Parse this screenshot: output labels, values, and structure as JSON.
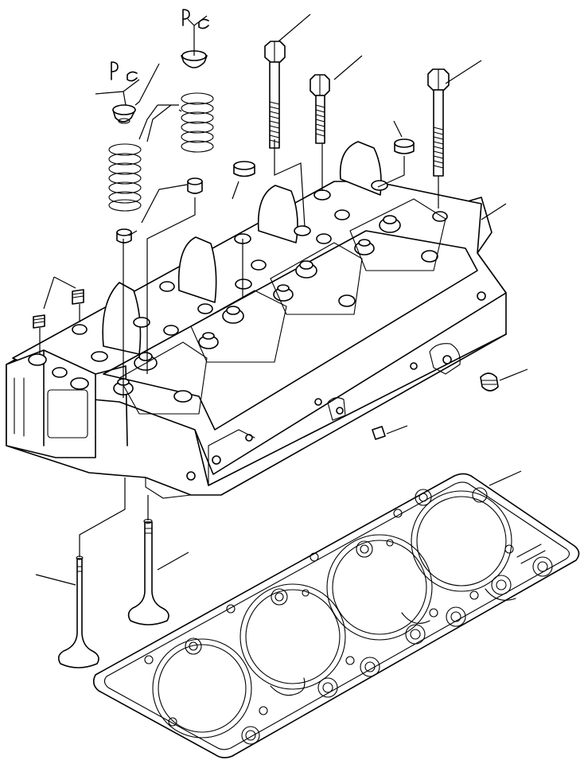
{
  "diagram": {
    "kind": "exploded parts view",
    "subject_icons": [
      "cylinder-head",
      "head-gasket",
      "intake-valve",
      "exhaust-valve",
      "valve-spring",
      "spring-retainer",
      "valve-collet",
      "valve-stem-seal",
      "head-bolt",
      "plug",
      "dowel-sleeve"
    ],
    "line_color": "#000000",
    "background": "#ffffff",
    "callout_text": []
  }
}
